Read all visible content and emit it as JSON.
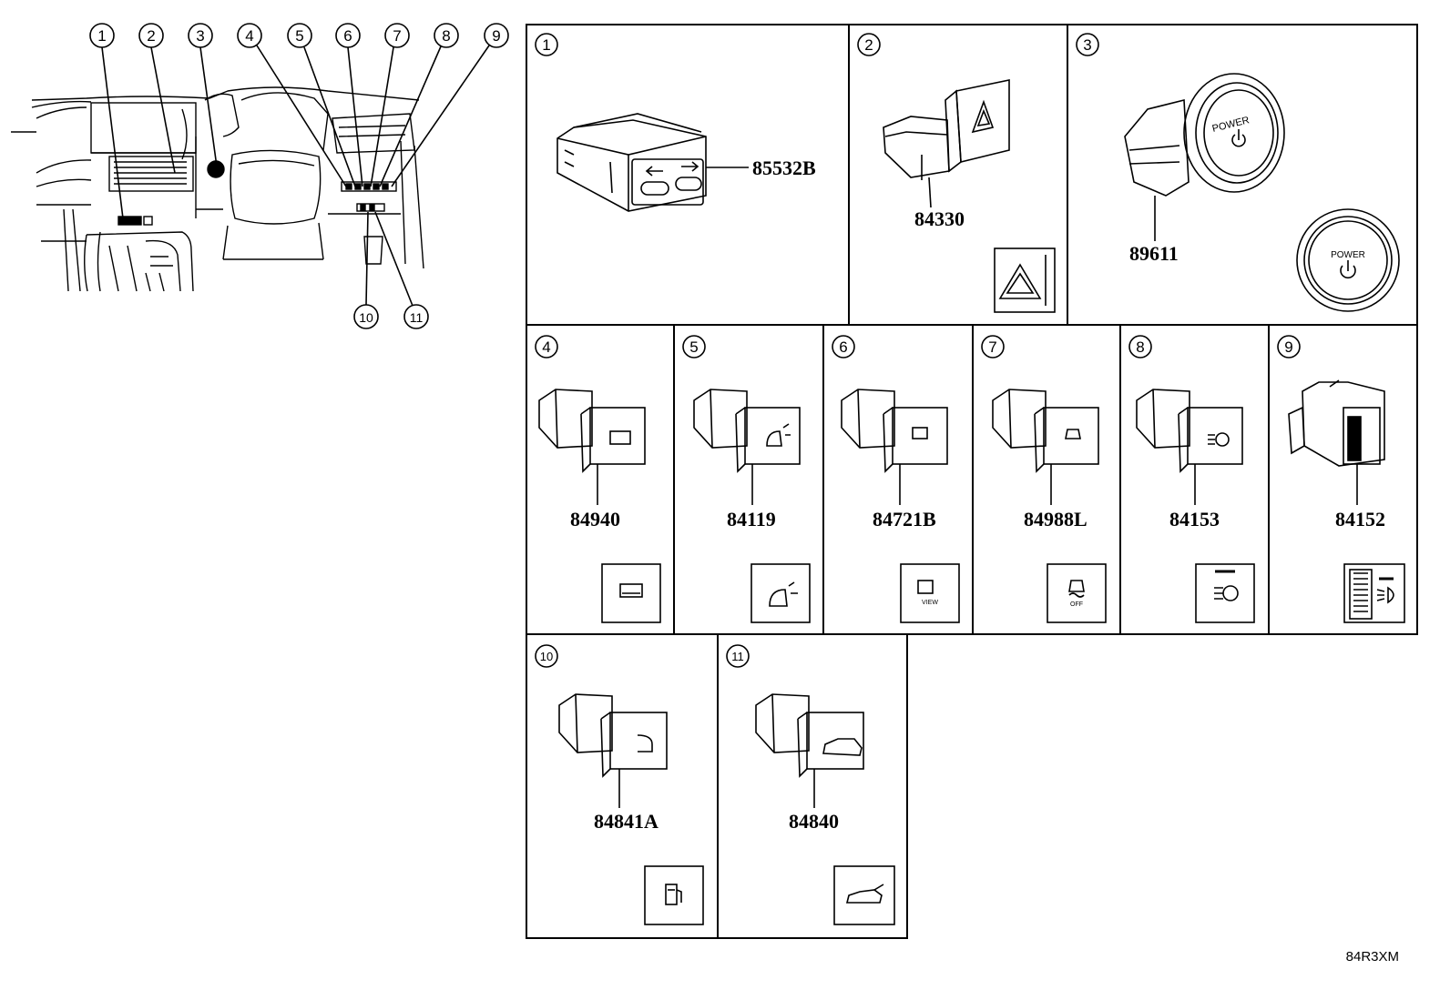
{
  "diagram_code": "84R3XM",
  "callouts": [
    "1",
    "2",
    "3",
    "4",
    "5",
    "6",
    "7",
    "8",
    "9",
    "10",
    "11"
  ],
  "panels": [
    {
      "num": "1",
      "part": "85532B",
      "icon": "usb-port-icon"
    },
    {
      "num": "2",
      "part": "84330",
      "icon": "hazard-warning-icon"
    },
    {
      "num": "3",
      "part": "89611",
      "icon": "power-button-icon",
      "icon_text": "POWER"
    },
    {
      "num": "4",
      "part": "84940",
      "icon": "heated-windshield-icon"
    },
    {
      "num": "5",
      "part": "84119",
      "icon": "headlamp-cleaner-icon"
    },
    {
      "num": "6",
      "part": "84721B",
      "icon": "camera-view-icon",
      "icon_text": "VIEW"
    },
    {
      "num": "7",
      "part": "84988L",
      "icon": "traction-control-off-icon",
      "icon_text": "OFF"
    },
    {
      "num": "8",
      "part": "84153",
      "icon": "auto-high-beam-icon"
    },
    {
      "num": "9",
      "part": "84152",
      "icon": "headlamp-leveling-dial-icon"
    },
    {
      "num": "10",
      "part": "84841A",
      "icon": "fuel-door-icon"
    },
    {
      "num": "11",
      "part": "84840",
      "icon": "trunk-opener-icon"
    }
  ]
}
